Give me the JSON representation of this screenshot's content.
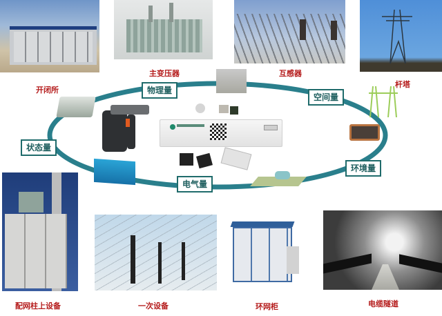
{
  "diagram": {
    "ring_color": "#2a7f8c",
    "label_border_color": "#1f6b6b",
    "caption_color": "#b51c1c",
    "quantity_labels": [
      {
        "id": "physical",
        "label": "物理量"
      },
      {
        "id": "spatial",
        "label": "空间量"
      },
      {
        "id": "state",
        "label": "状态量"
      },
      {
        "id": "electrical",
        "label": "电气量"
      },
      {
        "id": "environmental",
        "label": "环境量"
      }
    ],
    "top_photos": [
      {
        "id": "switching-station-photo",
        "caption": ""
      },
      {
        "id": "main-transformer-photo",
        "caption": "主变压器"
      },
      {
        "id": "transformer-photo",
        "caption": "互感器"
      },
      {
        "id": "tower-photo",
        "caption": ""
      }
    ],
    "ring_captions": {
      "switching_station": "开闭所",
      "tower": "杆塔"
    },
    "bottom_photos": [
      {
        "id": "pole-mounted-equipment-photo",
        "caption": "配网柱上设备"
      },
      {
        "id": "primary-equipment-photo",
        "caption": "一次设备"
      },
      {
        "id": "ring-main-unit-photo",
        "caption": "环网柜"
      },
      {
        "id": "cable-tunnel-photo",
        "caption": "电缆隧道"
      }
    ]
  }
}
